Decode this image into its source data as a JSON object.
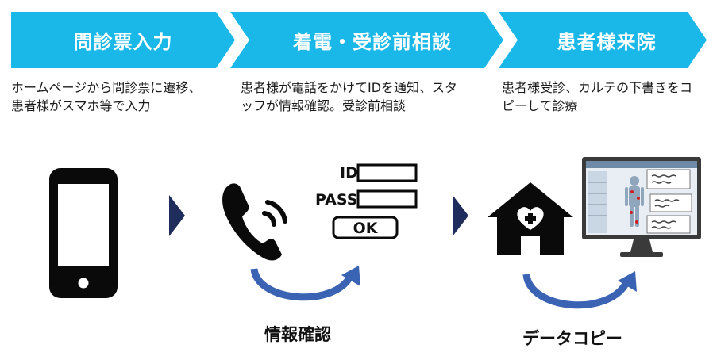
{
  "steps": [
    {
      "title": "問診票入力",
      "description": "ホームページから問診票に遷移、患者様がスマホ等で入力"
    },
    {
      "title": "着電・受診前相談",
      "description": "患者様が電話をかけてIDを通知、スタッフが情報確認。受診前相談"
    },
    {
      "title": "患者様来院",
      "description": "患者様受診、カルテの下書きをコピーして診療"
    }
  ],
  "form": {
    "id_label": "ID",
    "pass_label": "PASS",
    "ok_label": "OK"
  },
  "cycle_labels": {
    "info_check": "情報確認",
    "data_copy": "データコピー"
  },
  "colors": {
    "banner": "#1ab8e8",
    "arrow": "#1f2d5c",
    "curve_arrow": "#3a63b3"
  }
}
